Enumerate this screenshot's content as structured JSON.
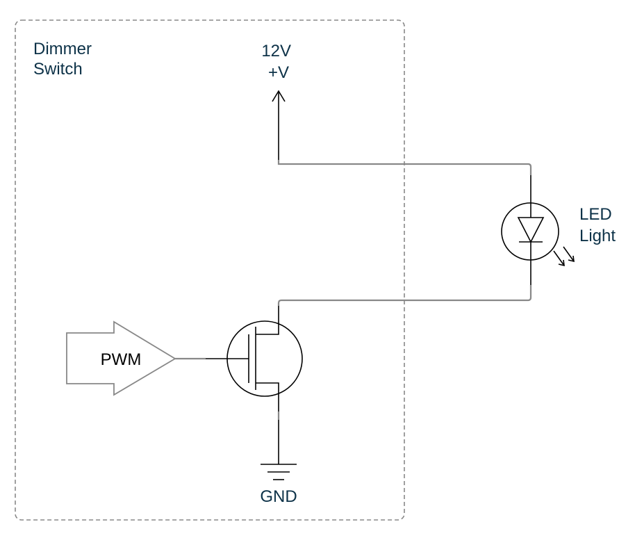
{
  "diagram": {
    "boundary_label": [
      "Dimmer",
      "Switch"
    ],
    "supply_label": [
      "12V",
      "+V"
    ],
    "led_label": [
      "LED",
      "Light"
    ],
    "input_label": "PWM",
    "ground_label": "GND",
    "colors": {
      "label_text": "#0d3248",
      "wire": "#888888",
      "boundary": "#888888",
      "symbol": "#000000"
    }
  }
}
